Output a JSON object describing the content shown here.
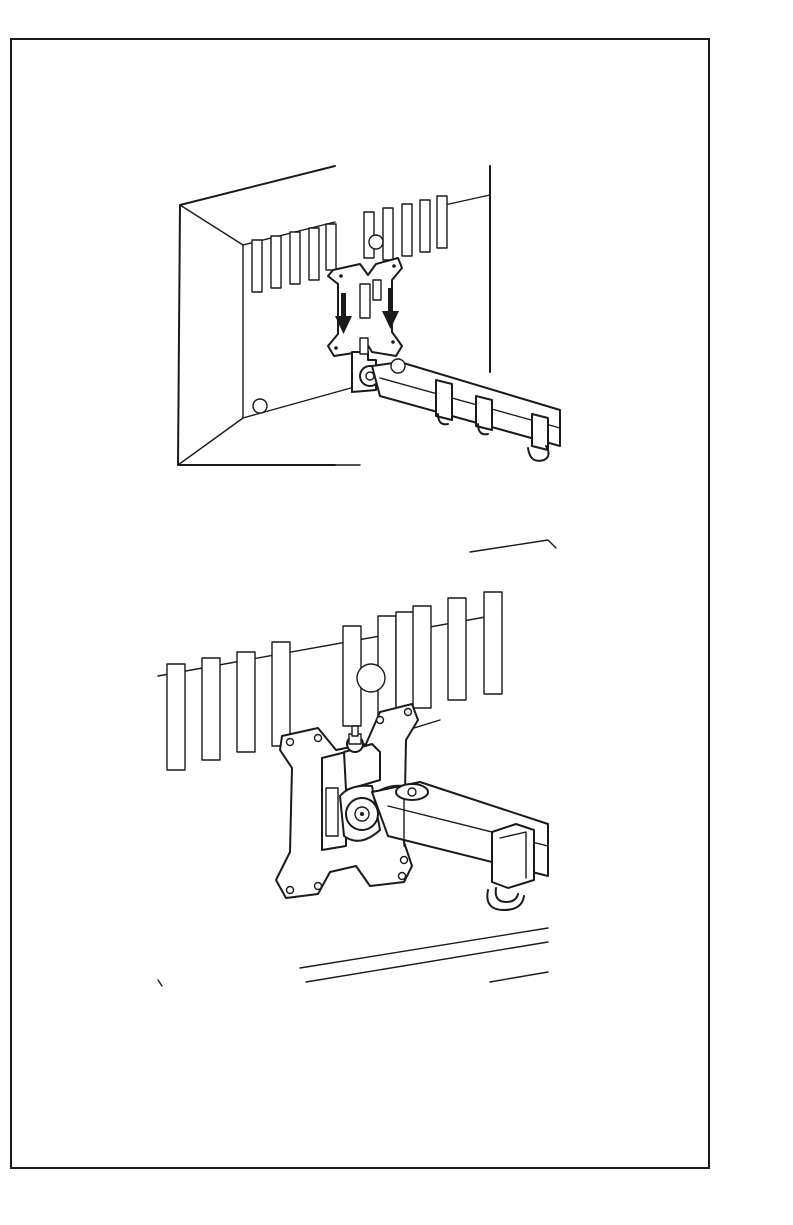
{
  "document": {
    "type": "assembly-instructions-page",
    "colors": {
      "line": "#1a1a1a",
      "background": "#ffffff"
    },
    "illustrations": [
      {
        "id": "step-overview",
        "depicts": [
          "monitor-back-panel",
          "vesa-plate",
          "down-arrow-icon",
          "monitor-arm"
        ]
      },
      {
        "id": "step-detail",
        "depicts": [
          "monitor-back-panel",
          "vesa-plate",
          "tilt-bracket",
          "monitor-arm",
          "cable-clip"
        ]
      }
    ]
  }
}
